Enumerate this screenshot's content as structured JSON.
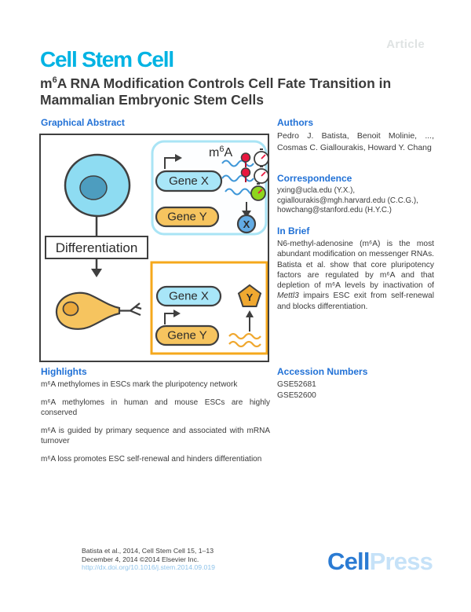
{
  "page": {
    "article_label": "Article"
  },
  "brand": {
    "journal_logo": "Cell Stem Cell",
    "cellpress": {
      "cell": "Cell",
      "press": "Press"
    }
  },
  "title": {
    "pre": "m",
    "sup": "6",
    "post": "A RNA Modification Controls Cell Fate Transition in Mammalian Embryonic Stem Cells"
  },
  "sections": {
    "graphical_abstract": {
      "heading": "Graphical Abstract"
    },
    "authors": {
      "heading": "Authors",
      "text": "Pedro J. Batista, Benoit Molinie, ..., Cosmas C. Giallourakis, Howard Y. Chang"
    },
    "correspondence": {
      "heading": "Correspondence",
      "lines": [
        "yxing@ucla.edu (Y.X.),",
        "cgiallourakis@mgh.harvard.edu (C.C.G.),",
        "howchang@stanford.edu (H.Y.C.)"
      ]
    },
    "in_brief": {
      "heading": "In Brief",
      "text_before": "N6-methyl-adenosine (m⁶A) is the most abundant modification on messenger RNAs. Batista et al. show that core pluripotency factors are regulated by m⁶A and that depletion of m⁶A levels by inactivation of ",
      "italic": "Mettl3",
      "text_after": " impairs ESC exit from self-renewal and blocks differentiation."
    },
    "highlights": {
      "heading": "Highlights",
      "items": [
        "m⁶A methylomes in ESCs mark the pluripotency network",
        "m⁶A methylomes in human and mouse ESCs are highly conserved",
        "m⁶A is guided by primary sequence and associated with mRNA turnover",
        "m⁶A loss promotes ESC self-renewal and hinders differentiation"
      ]
    },
    "accession": {
      "heading": "Accession Numbers",
      "items": [
        "GSE52681",
        "GSE52600"
      ]
    }
  },
  "figure": {
    "m6a": {
      "pre": "m",
      "sup": "6",
      "post": "A"
    },
    "labels": {
      "gene_x": "Gene X",
      "gene_y": "Gene Y",
      "differentiation": "Differentiation",
      "protein_x": "X",
      "protein_y": "Y"
    },
    "icons": [
      "stem-cell",
      "neuron",
      "mrna-wave",
      "m6a-mark",
      "clock",
      "protein-x",
      "protein-y",
      "promoter-arrow"
    ]
  },
  "footer": {
    "citation": "Batista et al., 2014, Cell Stem Cell 15, 1–13",
    "date_copyright": "December 4, 2014 ©2014 Elsevier Inc.",
    "doi": "http://dx.doi.org/10.1016/j.stem.2014.09.019"
  },
  "colors": {
    "logo_cyan": "#00b3e3",
    "heading_blue": "#2171d6",
    "article_gray": "#dfe3e3",
    "doi_link_blue": "#8fc3ea",
    "cellpress_blue": "#2b7bd3",
    "cellpress_light_blue": "#c6e2f8",
    "cell_fill": "#8edcf2",
    "nucleus_fill": "#4d9dbf",
    "gene_x_fill": "#a8e6f8",
    "gene_y_fill": "#f6c45f",
    "orange_border": "#f5a81c",
    "m6a_mark_red": "#e8173f",
    "clock_green": "#8fd61e"
  }
}
